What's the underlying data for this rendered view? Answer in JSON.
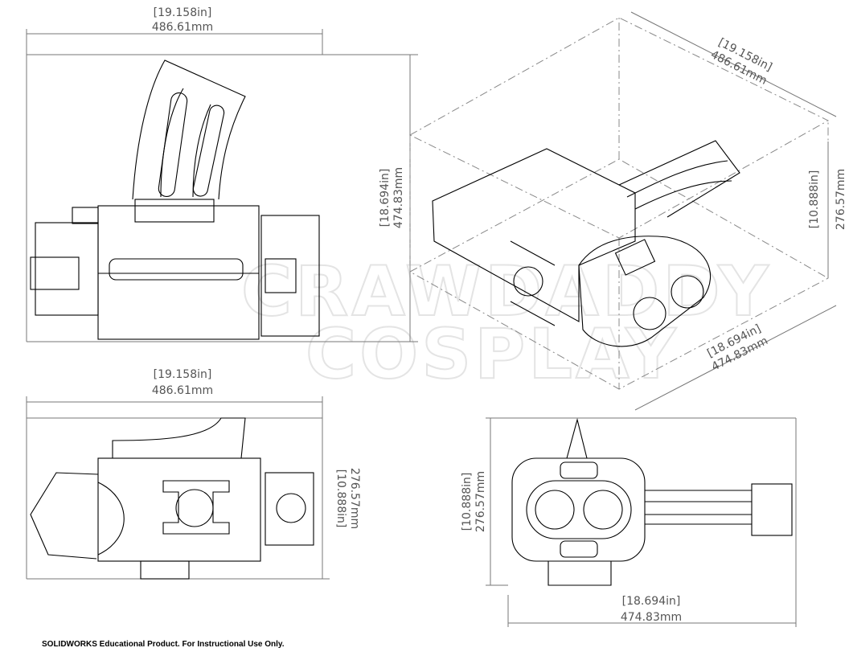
{
  "watermark": {
    "line1": "CRAWDADDY",
    "line2": "COSPLAY"
  },
  "footer": "SOLIDWORKS Educational Product. For Instructional Use Only.",
  "views": {
    "top_view": {
      "width_in": "[19.158in]",
      "width_mm": "486.61mm",
      "height_in": "[18.694in]",
      "height_mm": "474.83mm"
    },
    "isometric_view": {
      "length_in": "[19.158in]",
      "length_mm": "486.61mm",
      "height_in": "[10.888in]",
      "height_mm": "276.57mm",
      "depth_in": "[18.694in]",
      "depth_mm": "474.83mm"
    },
    "front_view": {
      "width_in": "[19.158in]",
      "width_mm": "486.61mm",
      "height_in": "[10.888in]",
      "height_mm": "276.57mm"
    },
    "side_view": {
      "height_in": "[10.888in]",
      "height_mm": "276.57mm",
      "width_in": "[18.694in]",
      "width_mm": "474.83mm"
    }
  }
}
